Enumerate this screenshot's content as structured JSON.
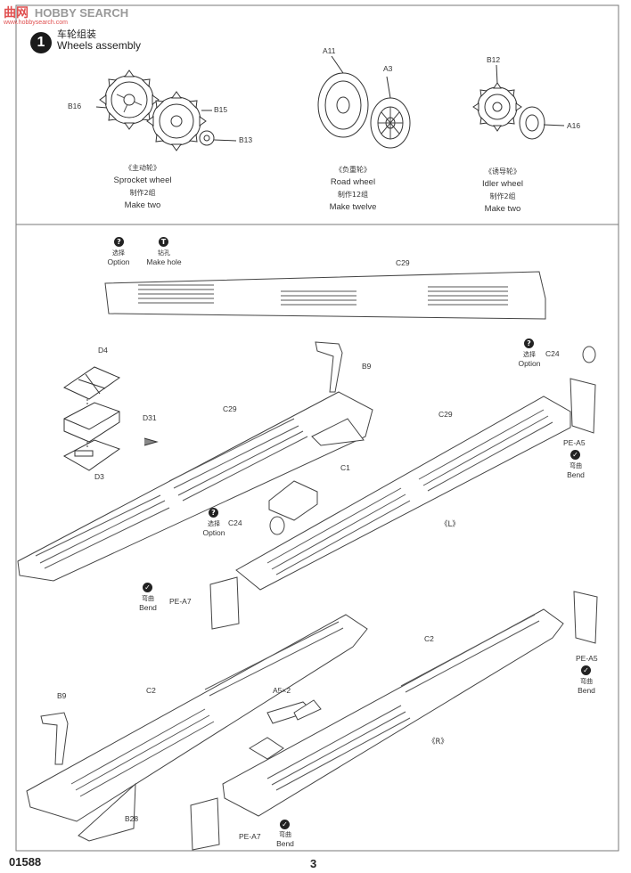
{
  "watermark": {
    "cn": "曲网",
    "en": "HOBBY SEARCH",
    "url": "www.hobbysearch.com"
  },
  "step1": {
    "number": "1",
    "title_cn": "车轮组装",
    "title_en": "Wheels assembly",
    "sprocket": {
      "cn": "《主动轮》",
      "en": "Sprocket wheel",
      "qty_cn": "制作2组",
      "qty_en": "Make two",
      "parts": [
        "B16",
        "B15",
        "B13"
      ]
    },
    "road": {
      "cn": "《负重轮》",
      "en": "Road wheel",
      "qty_cn": "制作12组",
      "qty_en": "Make twelve",
      "parts": [
        "A11",
        "A3"
      ]
    },
    "idler": {
      "cn": "《诱导轮》",
      "en": "Idler wheel",
      "qty_cn": "制作2组",
      "qty_en": "Make two",
      "parts": [
        "B12",
        "A16"
      ]
    }
  },
  "step2": {
    "legend": [
      {
        "icon": "?",
        "cn": "选择",
        "en": "Option"
      },
      {
        "icon": "T",
        "cn": "钻孔",
        "en": "Make hole"
      }
    ],
    "labels": {
      "c29_top": "C29",
      "d4": "D4",
      "d31": "D31",
      "d3": "D3",
      "c29_mid": "C29",
      "b9_top": "B9",
      "c1": "C1",
      "c29_right": "C29",
      "c24_right": "C24",
      "pe_a5_top": "PE-A5",
      "c24_mid": "C24",
      "l3": "《L》",
      "pe_a7_top": "PE-A7",
      "c2_left": "C2",
      "b9_bottom": "B9",
      "b28": "B28",
      "a5x2": "A5×2",
      "c2_right": "C2",
      "r_mark": "《R》",
      "pe_a5_bottom": "PE-A5",
      "pe_a7_bottom": "PE-A7"
    },
    "option_cn": "选择",
    "option_en": "Option",
    "bend_cn": "弯曲",
    "bend_en": "Bend"
  },
  "footer": {
    "code": "01588",
    "page": "3"
  }
}
